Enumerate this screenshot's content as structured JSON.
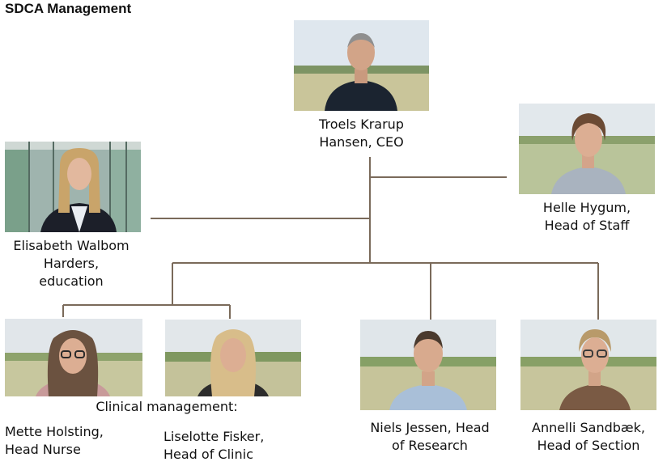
{
  "title": "SDCA Management",
  "colors": {
    "connector": "#7a6a5a",
    "sky": "#dfe7ee",
    "grass": "#c9c59a"
  },
  "people": {
    "ceo": {
      "lines": [
        "Troels Krarup",
        "Hansen, CEO"
      ]
    },
    "staff": {
      "lines": [
        "Helle Hygum,",
        "Head of Staff"
      ]
    },
    "education": {
      "lines": [
        "Elisabeth Walbom",
        "Harders,",
        "education"
      ]
    },
    "nurse": {
      "lines": [
        "Mette Holsting,",
        "Head Nurse"
      ]
    },
    "clinic": {
      "lines": [
        "Liselotte Fisker,",
        "Head of Clinic"
      ]
    },
    "research": {
      "lines": [
        "Niels Jessen, Head",
        "of Research"
      ]
    },
    "section": {
      "lines": [
        "Annelli Sandbæk,",
        "Head of Section"
      ]
    }
  },
  "group_label": "Clinical management:"
}
